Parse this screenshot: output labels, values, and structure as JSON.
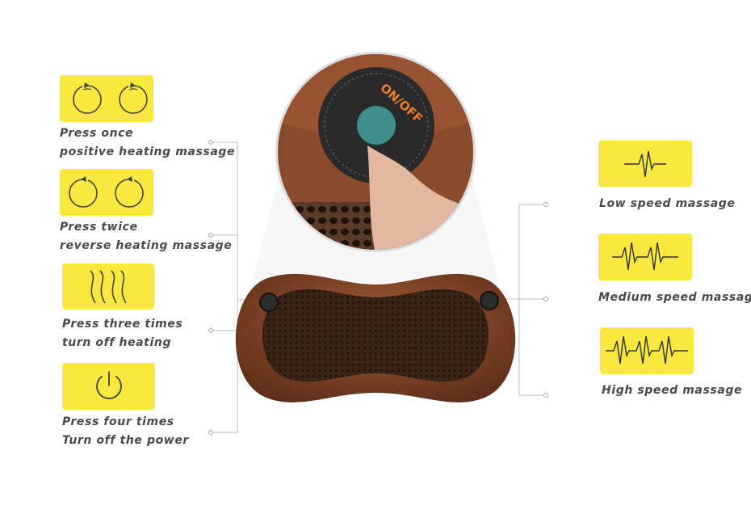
{
  "left_modes": [
    {
      "line1": "Press once",
      "line2": "positive heating massage",
      "icon": "clockwise-arrows-icon"
    },
    {
      "line1": "Press twice",
      "line2": "reverse heating massage",
      "icon": "counterclockwise-arrows-icon"
    },
    {
      "line1": "Press three times",
      "line2": "turn off heating",
      "icon": "heat-waves-icon"
    },
    {
      "line1": "Press four times",
      "line2": "Turn off the power",
      "icon": "power-icon"
    }
  ],
  "right_modes": [
    {
      "label": "Low speed massage",
      "icon": "pulse-low-icon"
    },
    {
      "label": "Medium speed massage",
      "icon": "pulse-medium-icon"
    },
    {
      "label": "High speed massage",
      "icon": "pulse-high-icon"
    }
  ],
  "product": {
    "button_label": "ON/OFF"
  },
  "colors": {
    "card": "#f8e83f",
    "text": "#4a4a4a",
    "leather": "#7a3f24",
    "mesh": "#3a2418",
    "button": "#3e8f8c"
  }
}
